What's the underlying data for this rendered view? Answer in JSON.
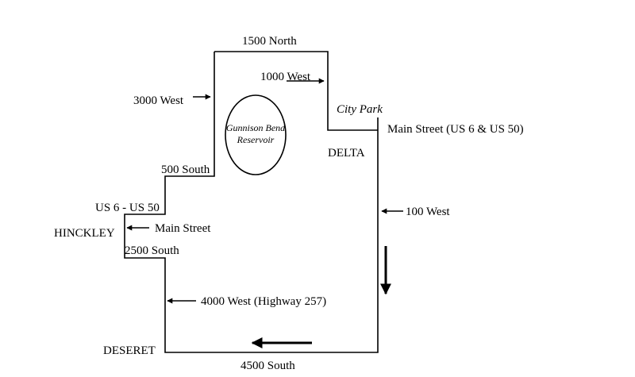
{
  "map": {
    "streets": {
      "north_1500": "1500 North",
      "west_1000": "1000 West",
      "west_3000": "3000 West",
      "city_park": "City Park",
      "main_street_us6_us50": "Main Street (US 6 & US 50)",
      "delta": "DELTA",
      "south_500": "500 South",
      "us6_us50": "US 6 - US 50",
      "hinckley": "HINCKLEY",
      "main_street": "Main Street",
      "south_2500": "2500 South",
      "west_100": "100 West",
      "west_4000": "4000 West (Highway 257)",
      "deseret": "DESERET",
      "south_4500": "4500 South"
    },
    "reservoir": {
      "line1": "Gunnison Bend",
      "line2": "Reservoir"
    }
  }
}
